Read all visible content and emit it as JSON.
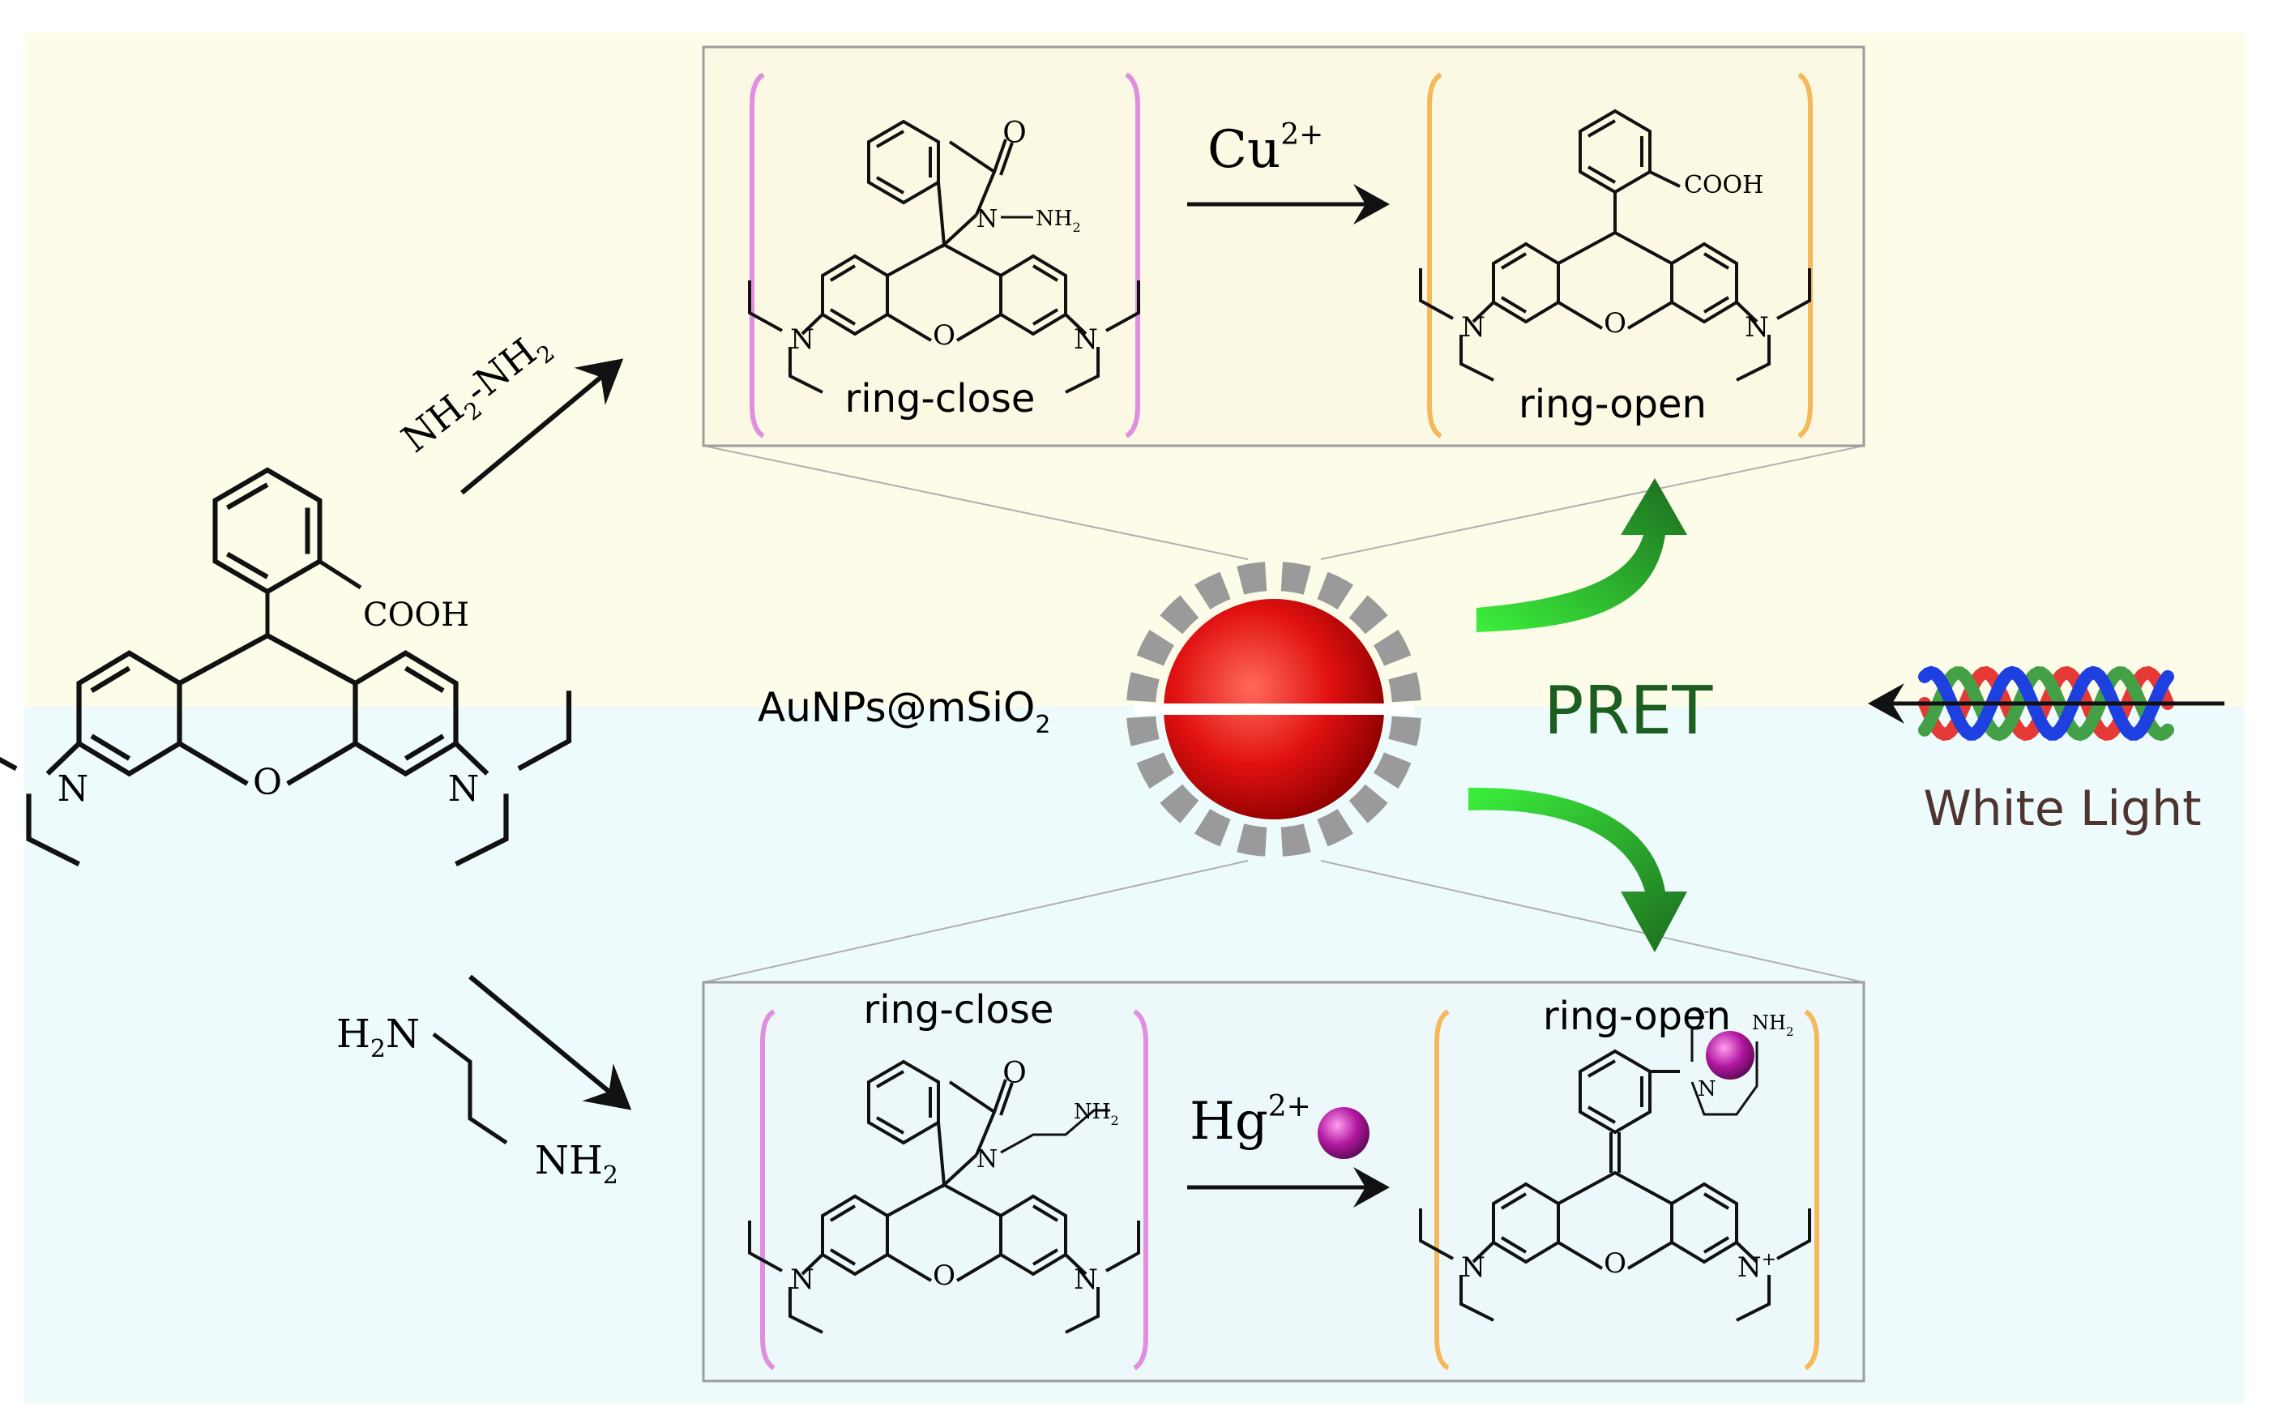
{
  "colors": {
    "top_background": "#fdfce9",
    "bottom_background": "#eefbfd",
    "bracket_close": "#e08ee0",
    "bracket_open": "#f5b85a",
    "nanoparticle": "#e01010",
    "shell": "#9a9a9a",
    "pret_arrow": "#27a52b",
    "pret_text": "#1b5e20",
    "white_light_text": "#4e342e",
    "wave_red": "#e53935",
    "wave_green": "#43a047",
    "wave_blue": "#1e40e0",
    "mercury_ion": "#a0189a"
  },
  "labels": {
    "nanoparticle": "AuNPs@mSiO",
    "nanoparticle_sub": "2",
    "pret": "PRET",
    "white_light": "White Light"
  },
  "top_panel": {
    "reagent": "NH",
    "reagent_sub1": "2",
    "reagent_mid": "-NH",
    "reagent_sub2": "2",
    "ion": "Cu",
    "ion_sup": "2+",
    "left_state": "ring-close",
    "right_state": "ring-open"
  },
  "bottom_panel": {
    "reagent_top": "H",
    "reagent_top_sub": "2",
    "reagent_top_n": "N",
    "reagent_bottom": "NH",
    "reagent_bottom_sub": "2",
    "ion": "Hg",
    "ion_sup": "2+",
    "left_state": "ring-close",
    "right_state": "ring-open"
  },
  "structures": {
    "atom_n": "N",
    "atom_o": "O",
    "cooh": "COOH",
    "nh2": "NH",
    "nh2_sub": "2",
    "o_minus": "O",
    "minus": "-",
    "plus": "+"
  }
}
